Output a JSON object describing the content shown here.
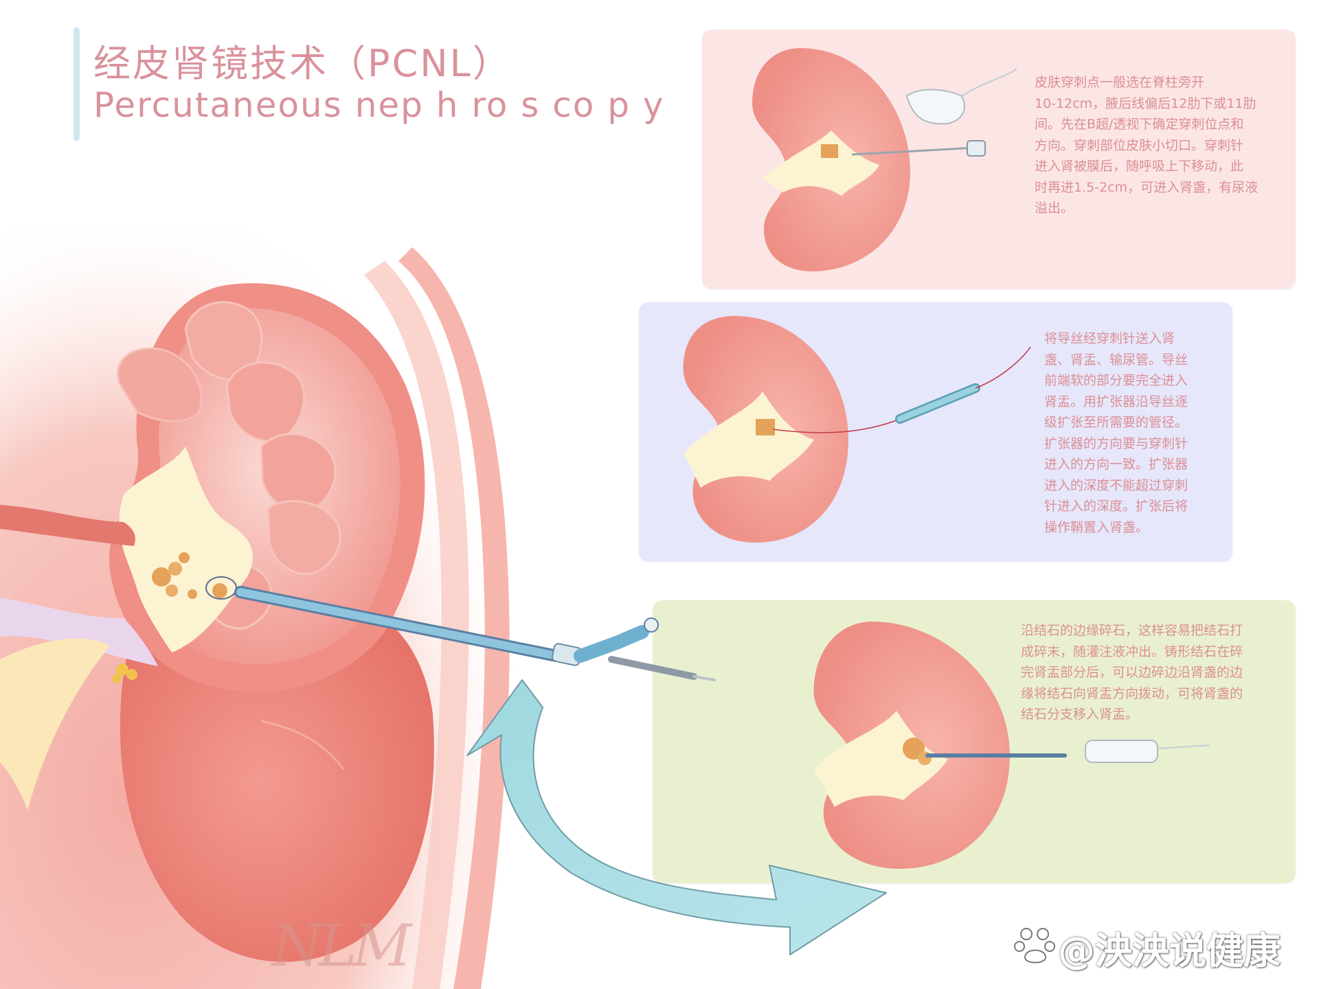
{
  "title": {
    "zh": "经皮肾镜技术（PCNL）",
    "en": "Percutaneous nep h ro s co p y"
  },
  "steps": [
    {
      "lines": [
        "皮肤穿刺点一般选在脊柱旁开",
        "10-12cm，腋后线偏后12肋下或11肋",
        "间。先在B超/透视下确定穿刺位点和",
        "方向。穿刺部位皮肤小切口。穿刺针",
        "进入肾被膜后，随呼吸上下移动，此",
        "时再进1.5-2cm，可进入肾盏，有尿液",
        "溢出。"
      ]
    },
    {
      "lines": [
        "将导丝经穿刺针送入肾",
        "盏、肾盂、输尿管。导丝",
        "前端软的部分要完全进入",
        "肾盂。用扩张器沿导丝逐",
        "级扩张至所需要的管径。",
        "扩张器的方向要与穿刺针",
        "进入的方向一致。扩张器",
        "进入的深度不能超过穿刺",
        "针进入的深度。扩张后将",
        "操作鞘置入肾盏。"
      ]
    },
    {
      "lines": [
        "沿结石的边缘碎石，这样容易把结石打",
        "成碎末，随灌注液冲出。铸形结石在碎",
        "完肾盂部分后，可以边碎边沿肾盏的边",
        "缘将结石向肾盂方向拨动，可将肾盏的",
        "结石分支移入肾盂。"
      ]
    }
  ],
  "signature": "NLM",
  "watermark": "@泱泱说健康",
  "colors": {
    "title": "#d9929b",
    "step_text": "#dc8f94",
    "panel_1": "#fbe6e5",
    "panel_2": "#e6e7fb",
    "panel_3": "#e9f0d0",
    "arrow": "#a7dde3",
    "kidney_cortex": "#ef8f86",
    "kidney_pyramid": "#e98a84",
    "renal_pelvis": "#fcf3d2",
    "stone": "#e5a25a",
    "instrument": "#7fb8d2"
  },
  "icons": {
    "arrow": "curved-arrow-icon",
    "watermark_logo": "paw-logo-icon"
  }
}
